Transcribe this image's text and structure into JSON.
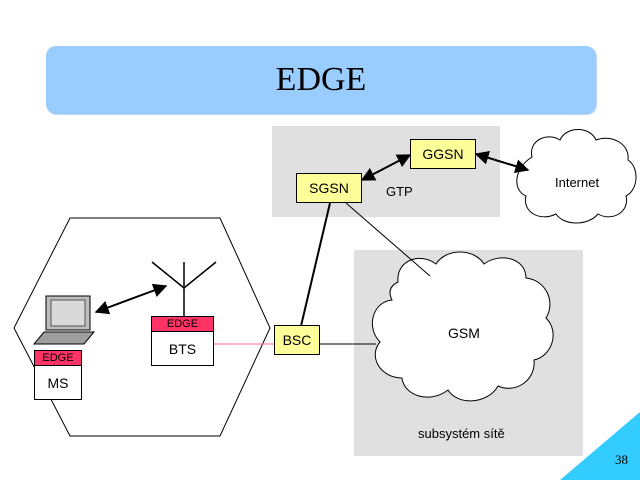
{
  "slide": {
    "title": "EDGE",
    "page_number": "38"
  },
  "diagram": {
    "nodes": {
      "ggsn": "GGSN",
      "sgsn": "SGSN",
      "bsc": "BSC",
      "bts": "BTS",
      "bts_tag": "EDGE",
      "ms": "MS",
      "ms_tag": "EDGE"
    },
    "labels": {
      "gtp": "GTP",
      "internet": "Internet",
      "gsm": "GSM",
      "subsystem": "subsystém sítě"
    }
  },
  "colors": {
    "title_band": "#99ccff",
    "node_fill": "#ffff99",
    "tag_fill": "#ff3366",
    "region_fill": "#e0e0e0",
    "corner_accent": "#33ccff"
  }
}
